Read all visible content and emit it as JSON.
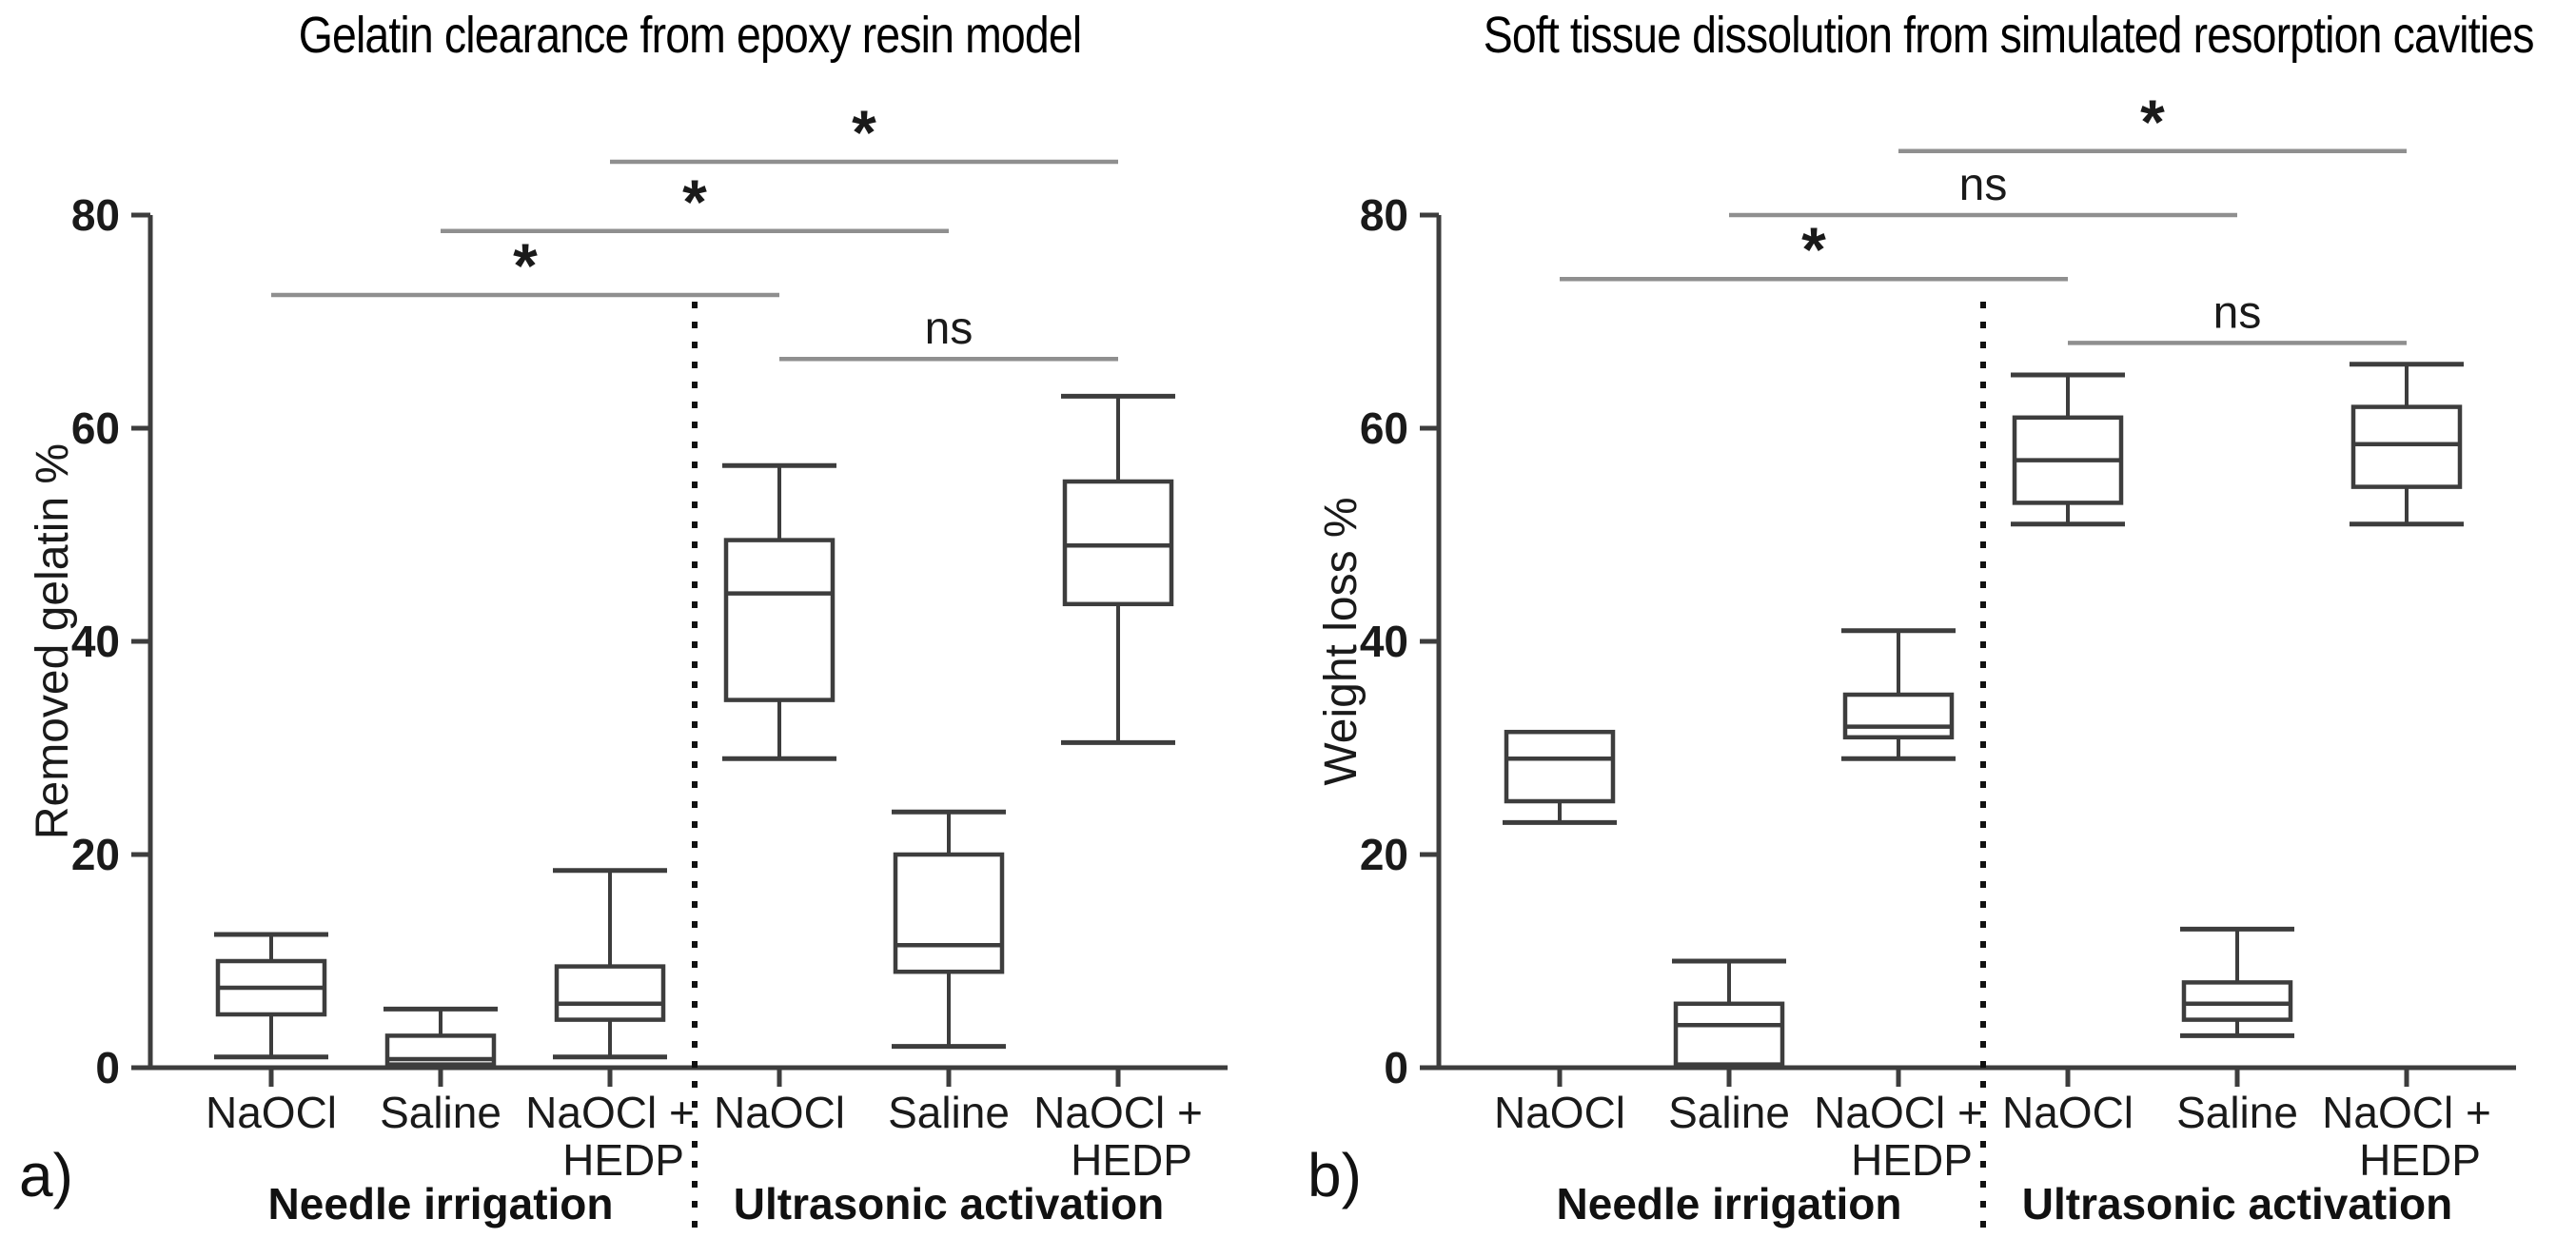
{
  "figure": {
    "background": "#ffffff",
    "text_color": "#1a1a1a",
    "axis_color": "#3d3d3d",
    "box_stroke": "#3d3d3d",
    "box_fill": "#ffffff",
    "sig_bar_color": "#8f8f8f",
    "divider_color": "#111111"
  },
  "chart_data": [
    {
      "type": "boxplot",
      "panel_letter": "a)",
      "title": "Gelatin clearance from epoxy resin model",
      "ylabel": "Removed gelatin %",
      "ylim": [
        0,
        80
      ],
      "yticks": [
        0,
        20,
        40,
        60,
        80
      ],
      "grid": false,
      "legend": "none",
      "group_labels": [
        "Needle irrigation",
        "Ultrasonic activation"
      ],
      "divider_after_index": 2,
      "categories": [
        [
          "NaOCl"
        ],
        [
          "Saline"
        ],
        [
          "NaOCl +",
          "HEDP"
        ],
        [
          "NaOCl"
        ],
        [
          "Saline"
        ],
        [
          "NaOCl +",
          "HEDP"
        ]
      ],
      "boxes": [
        {
          "group": "Needle irrigation",
          "label": "NaOCl",
          "min": 1,
          "q1": 5,
          "median": 7.5,
          "q3": 10,
          "max": 12.5
        },
        {
          "group": "Needle irrigation",
          "label": "Saline",
          "min": 0,
          "q1": 0.3,
          "median": 0.8,
          "q3": 3,
          "max": 5.5
        },
        {
          "group": "Needle irrigation",
          "label": "NaOCl + HEDP",
          "min": 1,
          "q1": 4.5,
          "median": 6,
          "q3": 9.5,
          "max": 18.5
        },
        {
          "group": "Ultrasonic activation",
          "label": "NaOCl",
          "min": 29,
          "q1": 34.5,
          "median": 44.5,
          "q3": 49.5,
          "max": 56.5
        },
        {
          "group": "Ultrasonic activation",
          "label": "Saline",
          "min": 2,
          "q1": 9,
          "median": 11.5,
          "q3": 20,
          "max": 24
        },
        {
          "group": "Ultrasonic activation",
          "label": "NaOCl + HEDP",
          "min": 30.5,
          "q1": 43.5,
          "median": 49,
          "q3": 55,
          "max": 63
        }
      ],
      "significance": [
        {
          "from": 0,
          "to": 3,
          "y": 72.5,
          "label": "*"
        },
        {
          "from": 1,
          "to": 4,
          "y": 78.5,
          "label": "*"
        },
        {
          "from": 2,
          "to": 5,
          "y": 85,
          "label": "*"
        },
        {
          "from": 3,
          "to": 5,
          "y": 66.5,
          "label": "ns"
        }
      ]
    },
    {
      "type": "boxplot",
      "panel_letter": "b)",
      "title": "Soft tissue dissolution from simulated resorption cavities",
      "ylabel": "Weight loss %",
      "ylim": [
        0,
        80
      ],
      "yticks": [
        0,
        20,
        40,
        60,
        80
      ],
      "grid": false,
      "legend": "none",
      "group_labels": [
        "Needle irrigation",
        "Ultrasonic activation"
      ],
      "divider_after_index": 2,
      "categories": [
        [
          "NaOCl"
        ],
        [
          "Saline"
        ],
        [
          "NaOCl +",
          "HEDP"
        ],
        [
          "NaOCl"
        ],
        [
          "Saline"
        ],
        [
          "NaOCl +",
          "HEDP"
        ]
      ],
      "boxes": [
        {
          "group": "Needle irrigation",
          "label": "NaOCl",
          "min": 23,
          "q1": 25,
          "median": 29,
          "q3": 31.5,
          "max": 31.5
        },
        {
          "group": "Needle irrigation",
          "label": "Saline",
          "min": 0,
          "q1": 0.3,
          "median": 4,
          "q3": 6,
          "max": 10
        },
        {
          "group": "Needle irrigation",
          "label": "NaOCl + HEDP",
          "min": 29,
          "q1": 31,
          "median": 32,
          "q3": 35,
          "max": 41
        },
        {
          "group": "Ultrasonic activation",
          "label": "NaOCl",
          "min": 51,
          "q1": 53,
          "median": 57,
          "q3": 61,
          "max": 65
        },
        {
          "group": "Ultrasonic activation",
          "label": "Saline",
          "min": 3,
          "q1": 4.5,
          "median": 6,
          "q3": 8,
          "max": 13
        },
        {
          "group": "Ultrasonic activation",
          "label": "NaOCl + HEDP",
          "min": 51,
          "q1": 54.5,
          "median": 58.5,
          "q3": 62,
          "max": 66
        }
      ],
      "significance": [
        {
          "from": 0,
          "to": 3,
          "y": 74,
          "label": "*"
        },
        {
          "from": 1,
          "to": 4,
          "y": 80,
          "label": "ns"
        },
        {
          "from": 2,
          "to": 5,
          "y": 86,
          "label": "*"
        },
        {
          "from": 3,
          "to": 5,
          "y": 68,
          "label": "ns"
        }
      ]
    }
  ]
}
